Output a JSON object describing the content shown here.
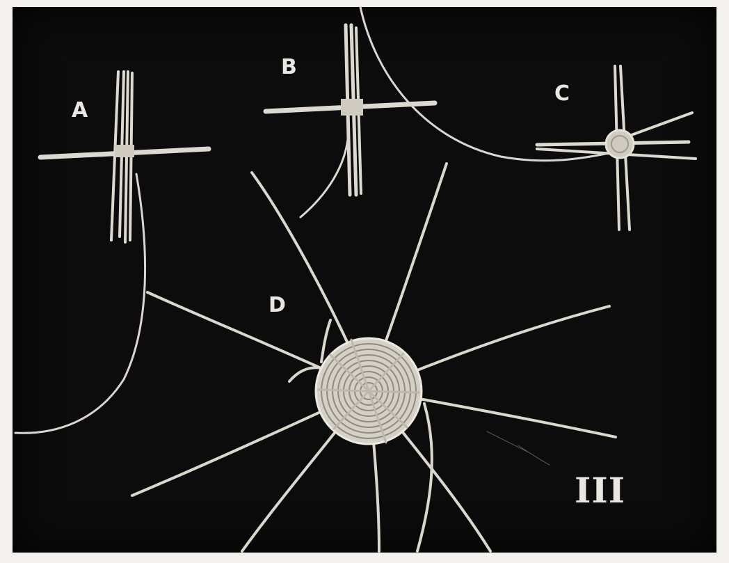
{
  "figure": {
    "labels": {
      "a": "A",
      "b": "B",
      "c": "C",
      "d": "D"
    },
    "plate_number": "III"
  }
}
